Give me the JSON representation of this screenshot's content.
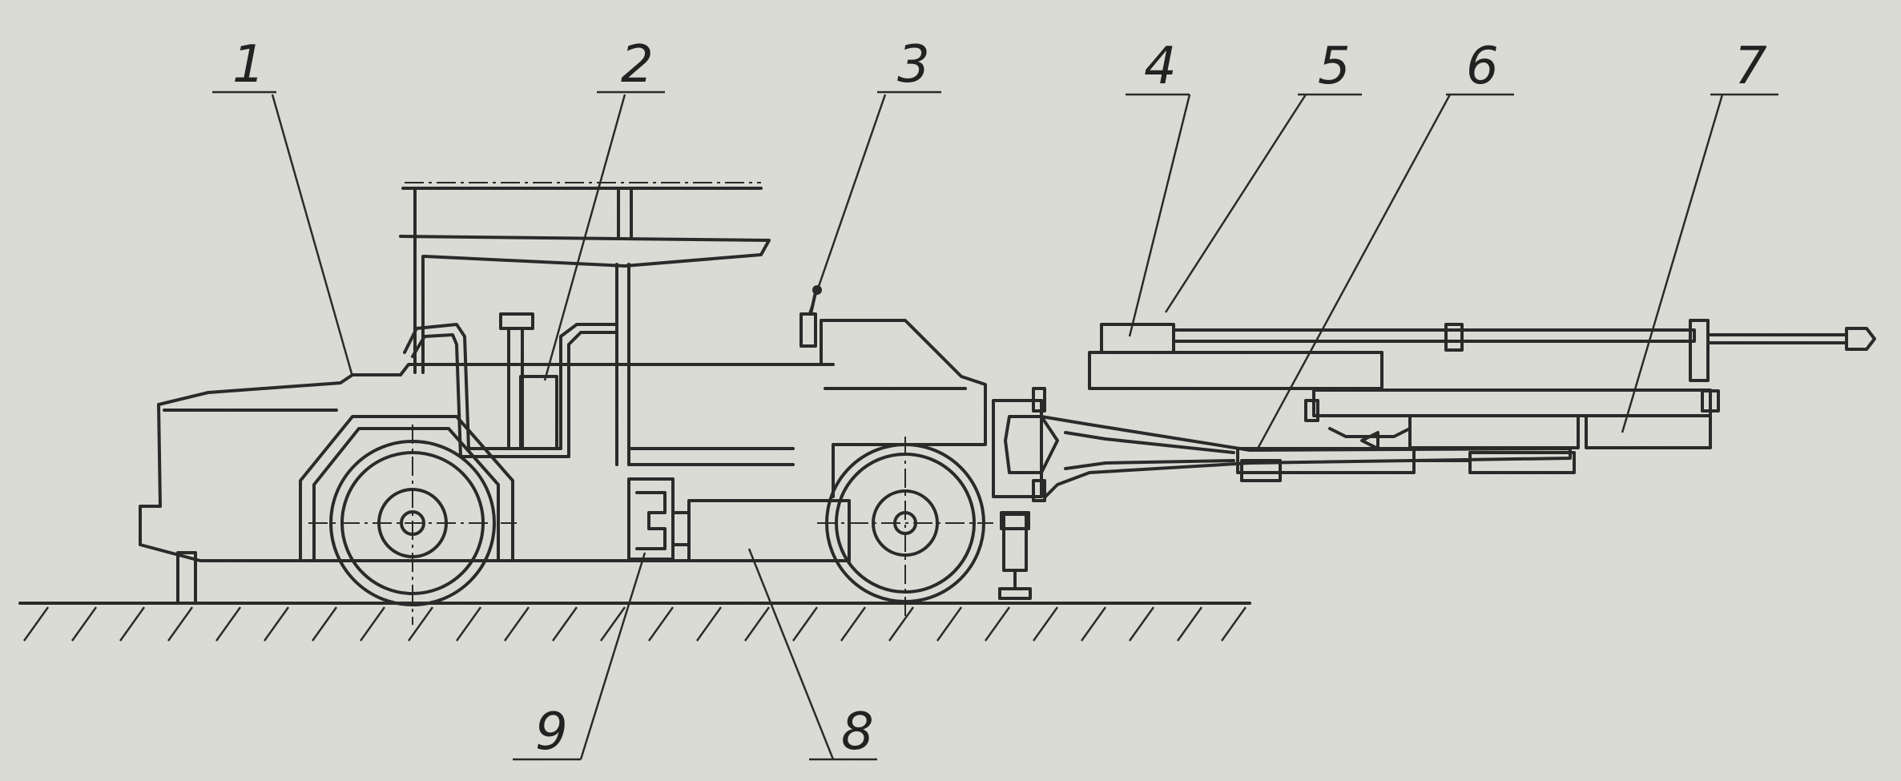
{
  "figure": {
    "background_color": "#dcdcd6",
    "ink_color": "#2a2a2a",
    "callouts": [
      {
        "id": "1",
        "text": "1"
      },
      {
        "id": "2",
        "text": "2"
      },
      {
        "id": "3",
        "text": "3"
      },
      {
        "id": "4",
        "text": "4"
      },
      {
        "id": "5",
        "text": "5"
      },
      {
        "id": "6",
        "text": "6"
      },
      {
        "id": "7",
        "text": "7"
      },
      {
        "id": "8",
        "text": "8"
      },
      {
        "id": "9",
        "text": "9"
      }
    ]
  }
}
